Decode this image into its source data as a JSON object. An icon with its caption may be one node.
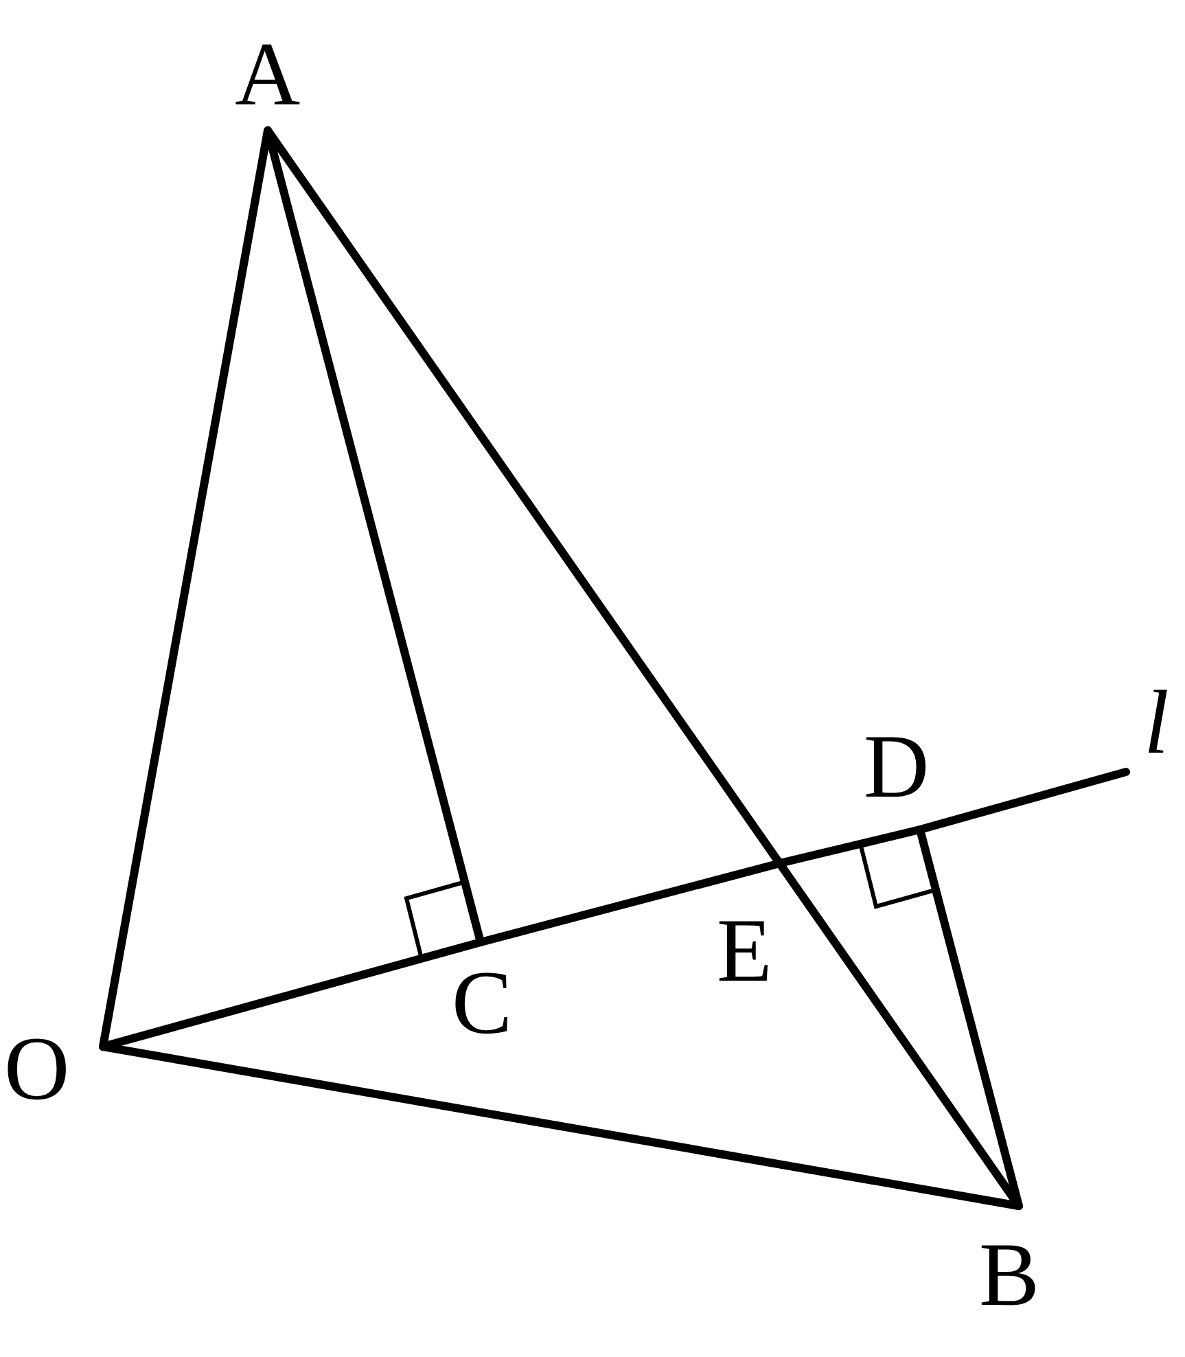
{
  "diagram": {
    "nodes": [
      {
        "text": [
          "A"
        ]
      },
      {
        "text": [
          "O"
        ]
      },
      {
        "text": [
          "C"
        ]
      },
      {
        "text": [
          "E"
        ]
      },
      {
        "text": [
          "D"
        ]
      },
      {
        "text": [
          "B"
        ]
      },
      {
        "text": [
          "l"
        ]
      }
    ],
    "edges": [
      {
        "from": 1,
        "to": 0,
        "arrow": "none"
      },
      {
        "from": 0,
        "to": 2,
        "arrow": "none"
      },
      {
        "from": 0,
        "to": 5,
        "arrow": "none"
      },
      {
        "from": 1,
        "to": 5,
        "arrow": "none"
      },
      {
        "from": 1,
        "to": 2,
        "arrow": "none"
      },
      {
        "from": 2,
        "to": 3,
        "arrow": "none"
      },
      {
        "from": 3,
        "to": 4,
        "arrow": "none"
      },
      {
        "from": 4,
        "to": 6,
        "arrow": "none"
      },
      {
        "from": 4,
        "to": 5,
        "arrow": "none"
      }
    ]
  }
}
